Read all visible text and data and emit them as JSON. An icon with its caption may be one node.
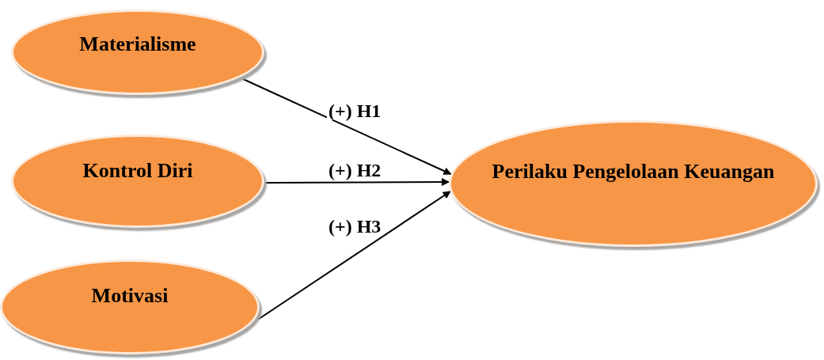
{
  "diagram": {
    "nodes": [
      {
        "text": [
          "Materialisme"
        ]
      },
      {
        "text": [
          "Kontrol Diri"
        ]
      },
      {
        "text": [
          "Motivasi"
        ]
      },
      {
        "text": [
          "Perilaku Pengelolaan Keuangan"
        ]
      }
    ],
    "edges": [
      {
        "from": 0,
        "to": 3,
        "arrow": "to",
        "label": "(+) H1"
      },
      {
        "from": 1,
        "to": 3,
        "arrow": "to",
        "label": "(+) H2"
      },
      {
        "from": 2,
        "to": 3,
        "arrow": "to",
        "label": "(+) H3"
      }
    ]
  }
}
